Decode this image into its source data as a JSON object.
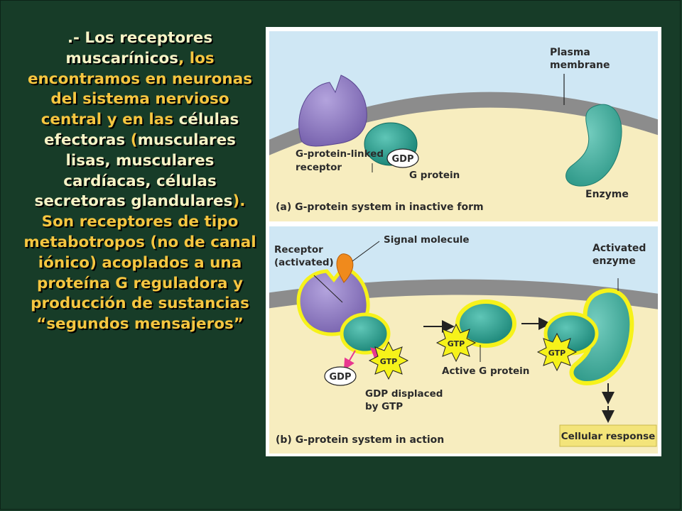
{
  "text": {
    "p1_a": ".- Los receptores muscarínicos",
    "p1_b": ", los encontramos en neuronas del sistema nervioso central y en las",
    "p1_c": " células efectoras ",
    "p1_d": "(",
    "p1_e": "musculares lisas, musculares cardíacas, células secretoras glandulares",
    "p1_f": ").",
    "p2": "Son receptores de tipo metabotropos (no de canal iónico) acoplados a una proteína G reguladora y producción de sustancias “segundos mensajeros”"
  },
  "panel_a": {
    "plasma_membrane": [
      "Plasma",
      "membrane"
    ],
    "receptor_label": [
      "G-protein-linked",
      "receptor"
    ],
    "gdp": "GDP",
    "g_protein": "G protein",
    "enzyme": "Enzyme",
    "caption": "(a) G-protein system in inactive form"
  },
  "panel_b": {
    "receptor_label": [
      "Receptor",
      "(activated)"
    ],
    "signal_molecule": "Signal molecule",
    "activated_enzyme": [
      "Activated",
      "enzyme"
    ],
    "gtp": "GTP",
    "gdp": "GDP",
    "gdp_displaced": [
      "GDP displaced",
      "by GTP"
    ],
    "active_g_protein": "Active G protein",
    "cellular_response": "Cellular response",
    "caption": "(b) G-protein system in action"
  },
  "colors": {
    "background": "#173c28",
    "text": "#f6f4c6",
    "highlight": "#f5c640",
    "panel_bg": "#cfe7f4",
    "cytoplasm": "#f7edbf",
    "membrane": "#8c8c8c",
    "receptor": "#8e78bd",
    "g_protein": "#1f9a8a",
    "enzyme": "#3fae9d",
    "signal": "#f08a1c",
    "glow": "#f6f21a"
  }
}
